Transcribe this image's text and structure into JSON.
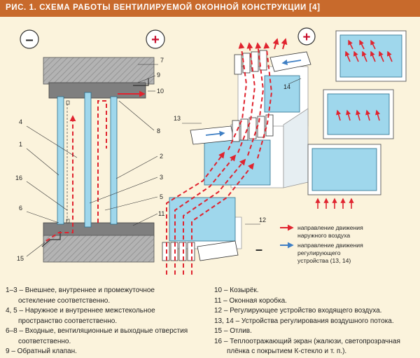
{
  "title": "РИС. 1. СХЕМА РАБОТЫ ВЕНТИЛИРУЕМОЙ ОКОННОЙ КОНСТРУКЦИИ [4]",
  "signs": {
    "minus_left": "–",
    "plus_left": "+",
    "plus_right": "+",
    "minus_right": "–"
  },
  "labels": [
    "7",
    "9",
    "10",
    "8",
    "4",
    "1",
    "16",
    "6",
    "15",
    "2",
    "3",
    "5",
    "11",
    "14",
    "13",
    "12"
  ],
  "arrow_legend": {
    "outer_line1": "направление движения",
    "outer_line2": "наружного воздуха",
    "reg_line1": "направление движения",
    "reg_line2": "регулирующего",
    "reg_line3": "устройства (13, 14)"
  },
  "colors": {
    "header": "#c86a2c",
    "glass": "#9fd7ec",
    "wall": "#9b9b9b",
    "outer_air": "#e0242f",
    "device": "#3f7fc4"
  },
  "legend_left": [
    "1–3 – Внешнее, внутреннее и промежуточное",
    "остекление соответственно.",
    "4, 5 – Наружное и внутреннее межстекольное",
    "пространство соответственно.",
    "6–8 – Входные, вентиляционные и выходные отверстия",
    "соответственно.",
    "9 – Обратный клапан."
  ],
  "legend_right": [
    "10 – Козырёк.",
    "11 – Оконная коробка.",
    "12 – Регулирующее устройство входящего воздуха.",
    "13, 14 – Устройства регулирования воздушного потока.",
    "15 – Отлив.",
    "16 – Теплоотражающий экран (жалюзи, светопрозрачная",
    "плёнка с покрытием К-стекло и т. п.)."
  ]
}
